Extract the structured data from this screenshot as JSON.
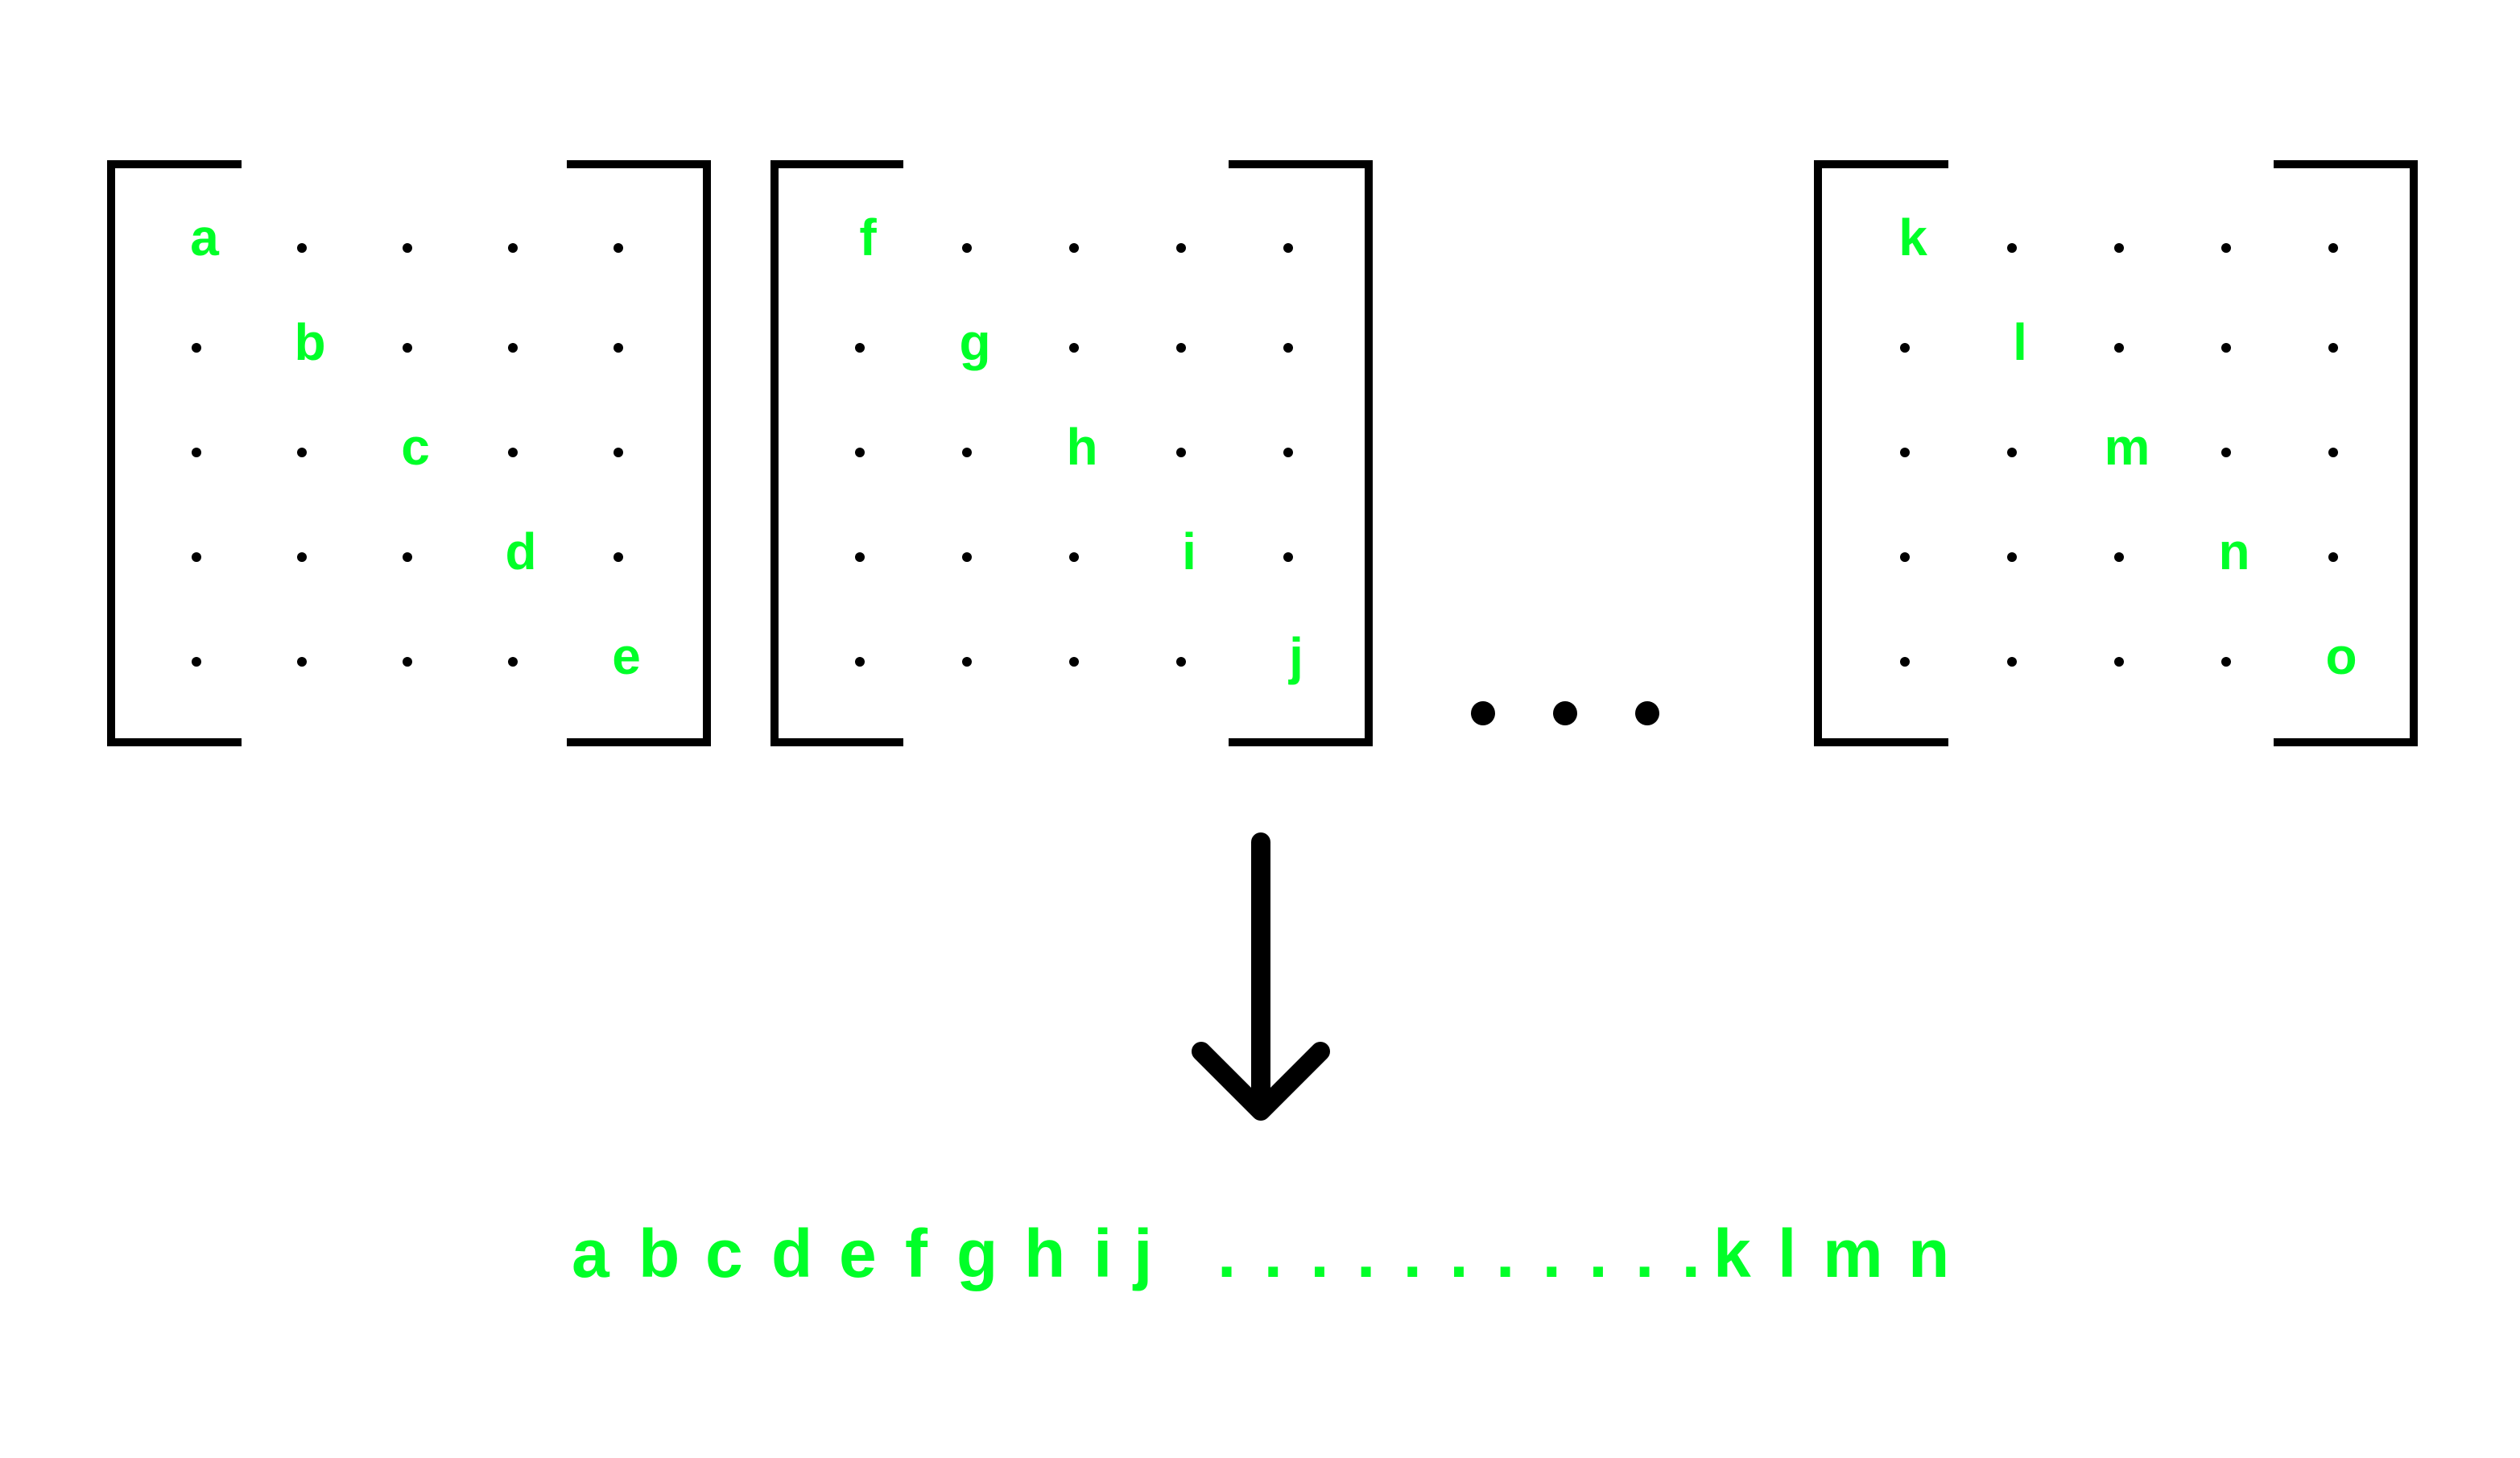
{
  "colors": {
    "letter": "#00ff28",
    "ink": "#000000",
    "background": "#ffffff"
  },
  "matrices": [
    {
      "diagonal": [
        "a",
        "b",
        "c",
        "d",
        "e"
      ],
      "size": 5
    },
    {
      "diagonal": [
        "f",
        "g",
        "h",
        "i",
        "j"
      ],
      "size": 5
    },
    {
      "diagonal": [
        "k",
        "l",
        "m",
        "n",
        "o"
      ],
      "size": 5
    }
  ],
  "gap_ellipsis_count": 3,
  "arrow": "down-arrow-icon",
  "output": {
    "first": [
      "a",
      "b",
      "c",
      "d",
      "e",
      "f",
      "g",
      "h",
      "i",
      "j"
    ],
    "dots": "...........",
    "last": [
      "k",
      "l",
      "m",
      "n"
    ]
  }
}
